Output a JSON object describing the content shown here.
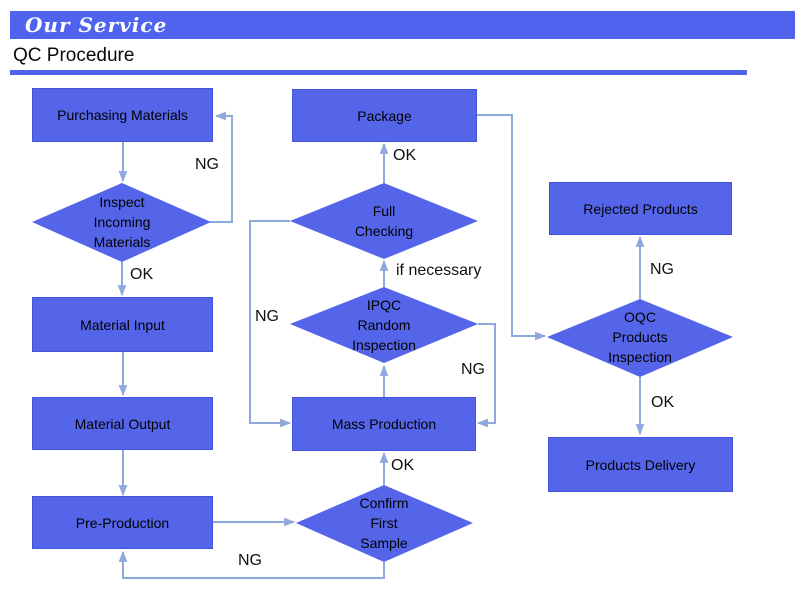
{
  "header": {
    "banner_title": "Our Service",
    "page_title": "QC Procedure"
  },
  "colors": {
    "banner_blue": "#4F63EE",
    "node_fill": "#5565EA",
    "node_border": "#4154DC",
    "connector_blue": "#8FA9DC",
    "text": "#000000"
  },
  "nodes": {
    "purchasing_materials": "Purchasing Materials",
    "inspect_incoming_materials": "Inspect\nIncoming\nMaterials",
    "material_input": "Material Input",
    "material_output": "Material Output",
    "pre_production": "Pre-Production",
    "confirm_first_sample": "Confirm\nFirst\nSample",
    "mass_production": "Mass Production",
    "ipqc_random_inspection": "IPQC\nRandom\nInspection",
    "full_checking": "Full\nChecking",
    "package": "Package",
    "oqc_products_inspection": "OQC\nProducts\nInspection",
    "rejected_products": "Rejected Products",
    "products_delivery": "Products Delivery"
  },
  "edge_labels": {
    "inspect_ng": "NG",
    "inspect_ok": "OK",
    "full_checking_ok": "OK",
    "full_checking_ng": "NG",
    "ipqc_if_necessary": "if necessary",
    "ipqc_ng": "NG",
    "confirm_ok": "OK",
    "confirm_ng": "NG",
    "oqc_ng": "NG",
    "oqc_ok": "OK"
  }
}
